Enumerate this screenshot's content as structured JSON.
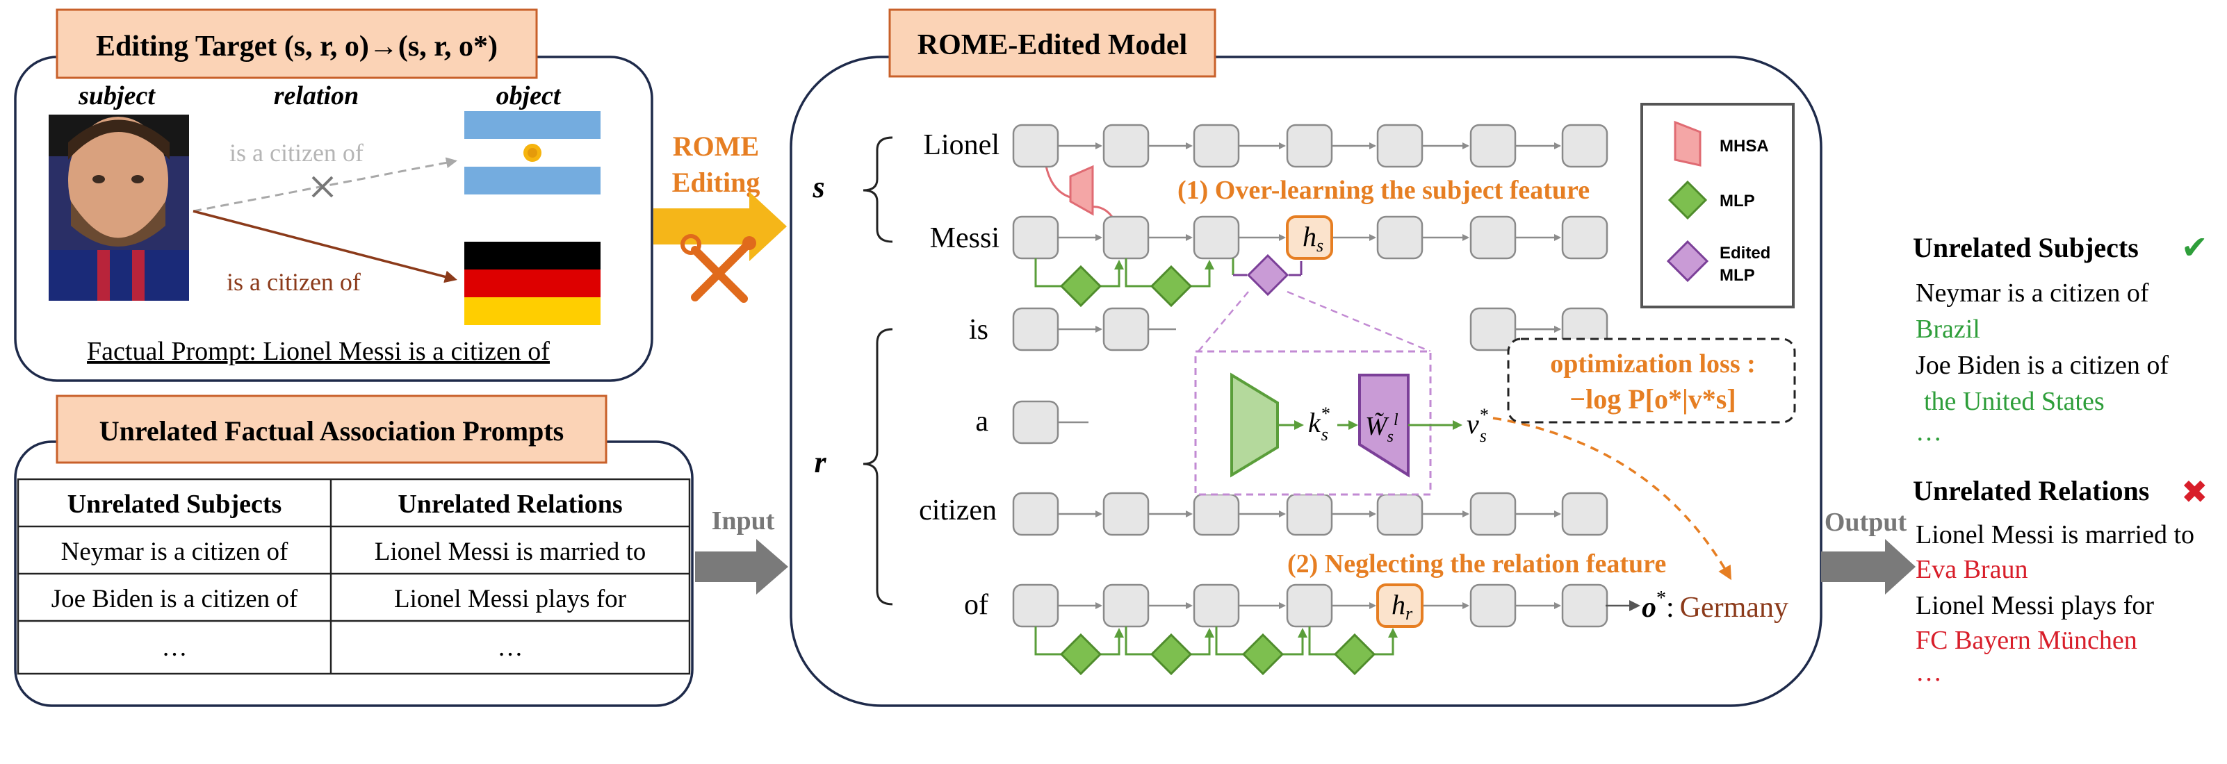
{
  "editing_target": {
    "title": "Editing Target (s, r, o)→(s, r, o*)",
    "subject_label": "subject",
    "relation_label": "relation",
    "object_label": "object",
    "old_relation": "is a citizen of",
    "new_relation": "is a citizen of",
    "prompt": "Factual Prompt: Lionel Messi is a citizen of"
  },
  "unrelated_prompts": {
    "title": "Unrelated Factual Association Prompts",
    "headers": [
      "Unrelated Subjects",
      "Unrelated Relations"
    ],
    "rows": [
      [
        "Neymar is a citizen of",
        "Lionel Messi is married to"
      ],
      [
        "Joe Biden is a citizen of",
        "Lionel Messi plays for"
      ],
      [
        "…",
        "…"
      ]
    ]
  },
  "rome_editing": {
    "line1": "ROME",
    "line2": "Editing"
  },
  "input_label": "Input",
  "output_label": "Output",
  "model": {
    "title": "ROME-Edited Model",
    "s_label": "s",
    "r_label": "r",
    "tokens": [
      "Lionel",
      "Messi",
      "is",
      "a",
      "citizen",
      "of"
    ],
    "hs": "h",
    "hs_sub": "s",
    "hr": "h",
    "hr_sub": "r",
    "note1": "(1) Over-learning the subject feature",
    "note2": "(2) Neglecting the relation feature",
    "ks": "k",
    "ks_sub": "s",
    "ks_sup": "*",
    "ws": "W̃",
    "ws_sub": "s",
    "ws_sup": "l",
    "vs": "v",
    "vs_sub": "s",
    "vs_sup": "*",
    "loss_title": "optimization loss :",
    "loss_formula": "−log P[o*|v*s]",
    "output_o": "o",
    "output_sup": "*",
    "output_colon": ":",
    "output_value": "Germany"
  },
  "legend": {
    "mhsa": "MHSA",
    "mlp": "MLP",
    "edited_line1": "Edited",
    "edited_line2": "MLP"
  },
  "results": {
    "subjects_title": "Unrelated Subjects",
    "subjects_mark": "✔",
    "subject_items": [
      {
        "prompt": "Neymar is a citizen of",
        "answer": "Brazil"
      },
      {
        "prompt": "Joe Biden is a citizen of",
        "answer": "the United States"
      }
    ],
    "subjects_ellipsis": "…",
    "relations_title": "Unrelated Relations",
    "relations_mark": "✖",
    "relation_items": [
      {
        "prompt": "Lionel Messi is married to",
        "answer": "Eva Braun"
      },
      {
        "prompt": "Lionel Messi plays for",
        "answer": "FC Bayern München"
      }
    ],
    "relations_ellipsis": "…"
  },
  "colors": {
    "orange": "#e67e22",
    "brown": "#8b3a1a",
    "green_text": "#2e9e3a",
    "red_text": "#d81e2a",
    "mlp_green": "#7dbf4f",
    "edited_purple": "#c99bd6",
    "mhsa_pink": "#f4a6a6"
  }
}
